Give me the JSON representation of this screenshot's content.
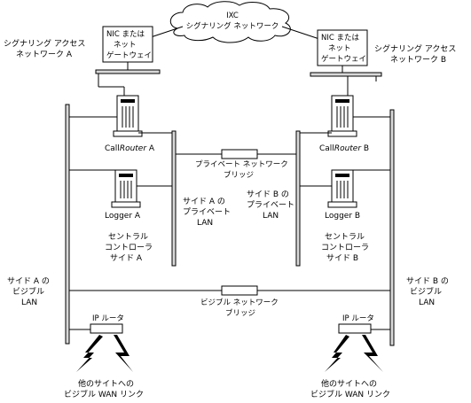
{
  "cloud": {
    "line1": "IXC",
    "line2": "シグナリング ネットワーク"
  },
  "nic_left": {
    "line1": "NIC または",
    "line2": "ネット",
    "line3": "ゲートウェイ"
  },
  "nic_right": {
    "line1": "NIC または",
    "line2": "ネット",
    "line3": "ゲートウェイ"
  },
  "signal_access_a": {
    "line1": "シグナリング アクセス",
    "line2": "ネットワーク A"
  },
  "signal_access_b": {
    "line1": "シグナリング アクセス",
    "line2": "ネットワーク B"
  },
  "callrouter_a": {
    "prefix": "Call",
    "italic": "Router",
    "suffix": " A"
  },
  "callrouter_b": {
    "prefix": "Call",
    "italic": "Router",
    "suffix": " B"
  },
  "logger_a": "Logger A",
  "logger_b": "Logger B",
  "private_bridge": {
    "line1": "プライベート ネットワーク",
    "line2": "ブリッジ"
  },
  "private_lan_a": {
    "line1": "サイド A の",
    "line2": "プライベート",
    "line3": "LAN"
  },
  "private_lan_b": {
    "line1": "サイド B の",
    "line2": "プライベート",
    "line3": "LAN"
  },
  "central_a": {
    "line1": "セントラル",
    "line2": "コントローラ",
    "line3": "サイド A"
  },
  "central_b": {
    "line1": "セントラル",
    "line2": "コントローラ",
    "line3": "サイド B"
  },
  "visible_lan_a": {
    "line1": "サイド A の",
    "line2": "ビジブル",
    "line3": "LAN"
  },
  "visible_lan_b": {
    "line1": "サイド B の",
    "line2": "ビジブル",
    "line3": "LAN"
  },
  "visible_bridge": {
    "line1": "ビジブル ネットワーク",
    "line2": "ブリッジ"
  },
  "ip_router_left": "IP ルータ",
  "ip_router_right": "IP ルータ",
  "wan_left": {
    "line1": "他のサイトへの",
    "line2": "ビジブル WAN リンク"
  },
  "wan_right": {
    "line1": "他のサイトへの",
    "line2": "ビジブル WAN リンク"
  }
}
